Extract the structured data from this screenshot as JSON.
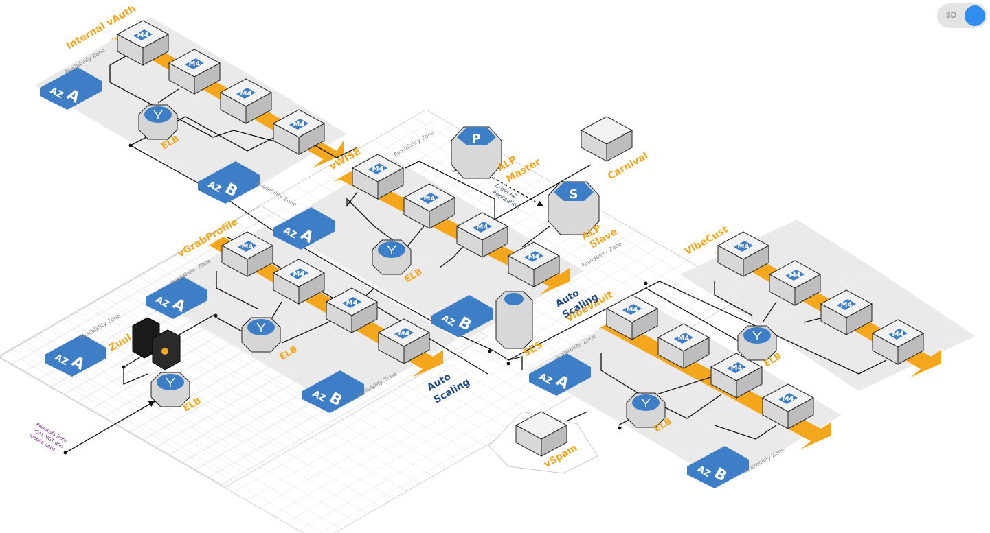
{
  "toggle": {
    "label": "3D",
    "state": "on",
    "accent": "#2f8ef0"
  },
  "colors": {
    "orange": "#f4a71d",
    "navy": "#1f4a8a",
    "badge": "#3d7ec7",
    "zone": "#e8e8e8"
  },
  "labels": {
    "internal_vauth": "Internal vAuth",
    "vwise": "vWISE",
    "vgrabprofile": "vGrabProfile",
    "vibecust": "VibeCust",
    "vibevault": "VibeVault",
    "zuul": "Zuul",
    "alp_master_1": "ALP",
    "alp_master_2": "Master",
    "alp_slave_1": "ALP",
    "alp_slave_2": "Slave",
    "carnival": "Carnival",
    "ses": "SES",
    "vspam": "vSpam",
    "elb": "ELB",
    "m4": "M4",
    "auto_scaling_1": "Auto",
    "auto_scaling_2": "Scaling",
    "availability_zone": "Availability Zone",
    "cross_az_1": "Cross-AZ",
    "cross_az_2": "Replication",
    "requests_1": "Requests from",
    "requests_2": "VGM, VGT and",
    "requests_3": "mobile apps",
    "az": "AZ",
    "az_a": "A",
    "az_b": "B",
    "p": "P",
    "s": "S"
  }
}
